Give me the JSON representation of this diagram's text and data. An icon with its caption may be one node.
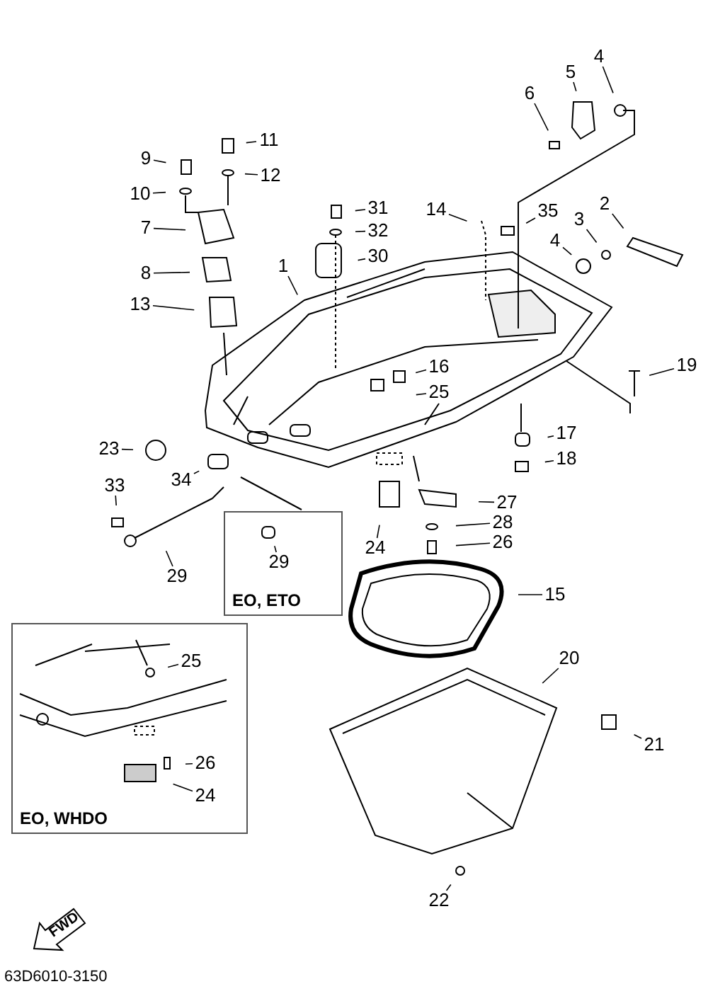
{
  "diagram": {
    "nodes": [
      {
        "text": [
          "4"
        ]
      },
      {
        "text": [
          "5"
        ]
      },
      {
        "text": [
          "6"
        ]
      },
      {
        "text": [
          "11"
        ]
      },
      {
        "text": [
          "9"
        ]
      },
      {
        "text": [
          "12"
        ]
      },
      {
        "text": [
          "10"
        ]
      },
      {
        "text": [
          "31"
        ]
      },
      {
        "text": [
          "14"
        ]
      },
      {
        "text": [
          "35"
        ]
      },
      {
        "text": [
          "2"
        ]
      },
      {
        "text": [
          "3"
        ]
      },
      {
        "text": [
          "4"
        ]
      },
      {
        "text": [
          "7"
        ]
      },
      {
        "text": [
          "32"
        ]
      },
      {
        "text": [
          "30"
        ]
      },
      {
        "text": [
          "1"
        ]
      },
      {
        "text": [
          "8"
        ]
      },
      {
        "text": [
          "13"
        ]
      },
      {
        "text": [
          "19"
        ]
      },
      {
        "text": [
          "16"
        ]
      },
      {
        "text": [
          "25"
        ]
      },
      {
        "text": [
          "17"
        ]
      },
      {
        "text": [
          "23"
        ]
      },
      {
        "text": [
          "34"
        ]
      },
      {
        "text": [
          "18"
        ]
      },
      {
        "text": [
          "33"
        ]
      },
      {
        "text": [
          "27"
        ]
      },
      {
        "text": [
          "28"
        ]
      },
      {
        "text": [
          "26"
        ]
      },
      {
        "text": [
          "24"
        ]
      },
      {
        "text": [
          "29"
        ]
      },
      {
        "text": [
          "EO, ETO"
        ]
      },
      {
        "text": [
          "29"
        ],
        "in": 32
      },
      {
        "text": [
          "15"
        ]
      },
      {
        "text": [
          "EO, WHDO"
        ]
      },
      {
        "text": [
          "25"
        ],
        "in": 35
      },
      {
        "text": [
          "26"
        ],
        "in": 35
      },
      {
        "text": [
          "24"
        ],
        "in": 35
      },
      {
        "text": [
          "20"
        ]
      },
      {
        "text": [
          "21"
        ]
      },
      {
        "text": [
          "22"
        ]
      },
      {
        "text": [
          "FWD"
        ]
      }
    ],
    "edges": [
      {
        "from": 0,
        "to": null,
        "arrow": "none"
      },
      {
        "from": 1,
        "to": null,
        "arrow": "none"
      },
      {
        "from": 2,
        "to": null,
        "arrow": "none"
      },
      {
        "from": 3,
        "to": null,
        "arrow": "none"
      },
      {
        "from": 4,
        "to": null,
        "arrow": "none"
      },
      {
        "from": 5,
        "to": null,
        "arrow": "none"
      },
      {
        "from": 6,
        "to": null,
        "arrow": "none"
      },
      {
        "from": 7,
        "to": null,
        "arrow": "none"
      },
      {
        "from": 8,
        "to": null,
        "arrow": "none"
      },
      {
        "from": 9,
        "to": null,
        "arrow": "none"
      },
      {
        "from": 10,
        "to": null,
        "arrow": "none"
      },
      {
        "from": 11,
        "to": null,
        "arrow": "none"
      },
      {
        "from": 12,
        "to": null,
        "arrow": "none"
      },
      {
        "from": 13,
        "to": null,
        "arrow": "none"
      },
      {
        "from": 14,
        "to": null,
        "arrow": "none"
      },
      {
        "from": 15,
        "to": null,
        "arrow": "none"
      },
      {
        "from": 16,
        "to": null,
        "arrow": "none"
      },
      {
        "from": 17,
        "to": null,
        "arrow": "none"
      },
      {
        "from": 18,
        "to": null,
        "arrow": "none"
      },
      {
        "from": 19,
        "to": null,
        "arrow": "none"
      },
      {
        "from": 20,
        "to": null,
        "arrow": "none"
      },
      {
        "from": 21,
        "to": null,
        "arrow": "none"
      },
      {
        "from": 22,
        "to": null,
        "arrow": "none"
      },
      {
        "from": 23,
        "to": null,
        "arrow": "none"
      },
      {
        "from": 24,
        "to": null,
        "arrow": "none"
      },
      {
        "from": 25,
        "to": null,
        "arrow": "none"
      },
      {
        "from": 26,
        "to": null,
        "arrow": "none"
      },
      {
        "from": 27,
        "to": null,
        "arrow": "none"
      },
      {
        "from": 28,
        "to": null,
        "arrow": "none"
      },
      {
        "from": 29,
        "to": null,
        "arrow": "none"
      },
      {
        "from": 30,
        "to": null,
        "arrow": "none"
      },
      {
        "from": 31,
        "to": null,
        "arrow": "none"
      },
      {
        "from": 33,
        "to": null,
        "arrow": "none"
      },
      {
        "from": 34,
        "to": null,
        "arrow": "none"
      },
      {
        "from": 36,
        "to": null,
        "arrow": "none"
      },
      {
        "from": 37,
        "to": null,
        "arrow": "none"
      },
      {
        "from": 38,
        "to": null,
        "arrow": "none"
      },
      {
        "from": 39,
        "to": null,
        "arrow": "none"
      },
      {
        "from": 40,
        "to": null,
        "arrow": "none"
      },
      {
        "from": 41,
        "to": null,
        "arrow": "none"
      }
    ],
    "labels": [
      "63D6010-3150"
    ]
  }
}
